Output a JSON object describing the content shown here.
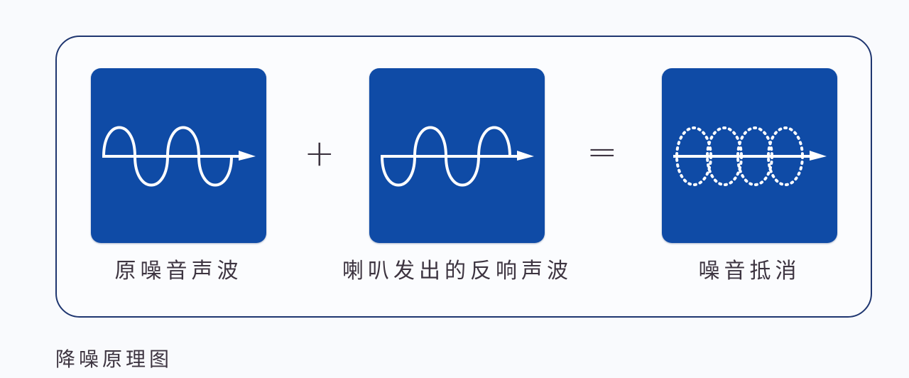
{
  "diagram": {
    "title": "降噪原理图",
    "panels": [
      {
        "label": "原噪音声波",
        "icon": "sine-wave-arrow-icon"
      },
      {
        "label": "喇叭发出的反响声波",
        "icon": "inverted-sine-wave-arrow-icon"
      },
      {
        "label": "噪音抵消",
        "icon": "dotted-cancelled-wave-arrow-icon"
      }
    ],
    "operators": [
      "+",
      "="
    ],
    "colors": {
      "tile": "#0f4ba6",
      "frame_border": "#1f3670",
      "text": "#3d3440",
      "background": "#f9fafd"
    }
  }
}
